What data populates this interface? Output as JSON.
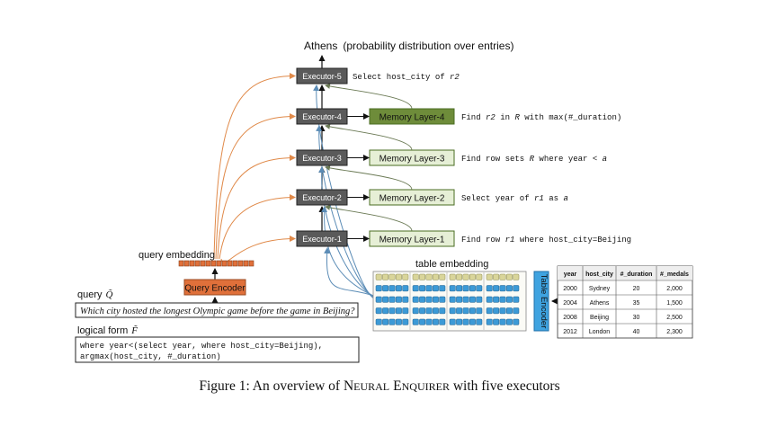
{
  "title": {
    "output": "Athens",
    "output_note": "(probability distribution over entries)"
  },
  "executors": [
    {
      "label": "Executor-5",
      "op_parts": [
        {
          "t": "Select host_city of "
        },
        {
          "t": "r2",
          "i": true
        }
      ]
    },
    {
      "label": "Executor-4",
      "op_parts": [
        {
          "t": "Find "
        },
        {
          "t": "r2",
          "i": true
        },
        {
          "t": " in "
        },
        {
          "t": "R",
          "i": true
        },
        {
          "t": " with max(#_duration)"
        }
      ]
    },
    {
      "label": "Executor-3",
      "op_parts": [
        {
          "t": "Find row sets "
        },
        {
          "t": "R",
          "i": true
        },
        {
          "t": " where year < "
        },
        {
          "t": "a",
          "i": true
        }
      ]
    },
    {
      "label": "Executor-2",
      "op_parts": [
        {
          "t": "Select year of "
        },
        {
          "t": "r1",
          "i": true
        },
        {
          "t": " as "
        },
        {
          "t": "a",
          "i": true
        }
      ]
    },
    {
      "label": "Executor-1",
      "op_parts": [
        {
          "t": "Find row "
        },
        {
          "t": "r1",
          "i": true
        },
        {
          "t": " where host_city=Beijing"
        }
      ]
    }
  ],
  "memory_layers": [
    "",
    "Memory Layer-4",
    "Memory Layer-3",
    "Memory Layer-2",
    "Memory Layer-1"
  ],
  "query_embedding_label": "query embedding",
  "query_encoder_label": "Query Encoder",
  "query_label": "query",
  "query_symbol": "Q̃",
  "query_text": "Which city hosted the longest Olympic game before the game in Beijing?",
  "logical_form_label": "logical form",
  "logical_form_symbol": "F̃",
  "logical_form_lines": [
    "where year<(select year, where host_city=Beijing),",
    "argmax(host_city, #_duration)"
  ],
  "table_embedding_label": "table embedding",
  "table_encoder_label": "Table Encoder",
  "table": {
    "headers": [
      "year",
      "host_city",
      "#_duration",
      "#_medals"
    ],
    "rows": [
      [
        "2000",
        "Sydney",
        "20",
        "2,000"
      ],
      [
        "2004",
        "Athens",
        "35",
        "1,500"
      ],
      [
        "2008",
        "Beijing",
        "30",
        "2,500"
      ],
      [
        "2012",
        "London",
        "40",
        "2,300"
      ]
    ]
  },
  "caption": {
    "prefix": "Figure 1: An overview of ",
    "name_parts": [
      {
        "cap": "N",
        "rest": "EURAL"
      },
      {
        "cap": "E",
        "rest": "NQUIRER"
      }
    ],
    "suffix": " with five executors"
  },
  "colors": {
    "executor_fill": "#5a5a5a",
    "memory_dark": "#6e8c3a",
    "memory_light": "#e6efd6",
    "memory_border": "#4a6d22",
    "encoder": "#e0703a",
    "query_arrow": "#e08a4a",
    "table_arrow": "#5b8cb6",
    "table_cell": "#3c9ad6",
    "table_header": "#d9d59a",
    "table_encoder": "#3fa3e0"
  }
}
